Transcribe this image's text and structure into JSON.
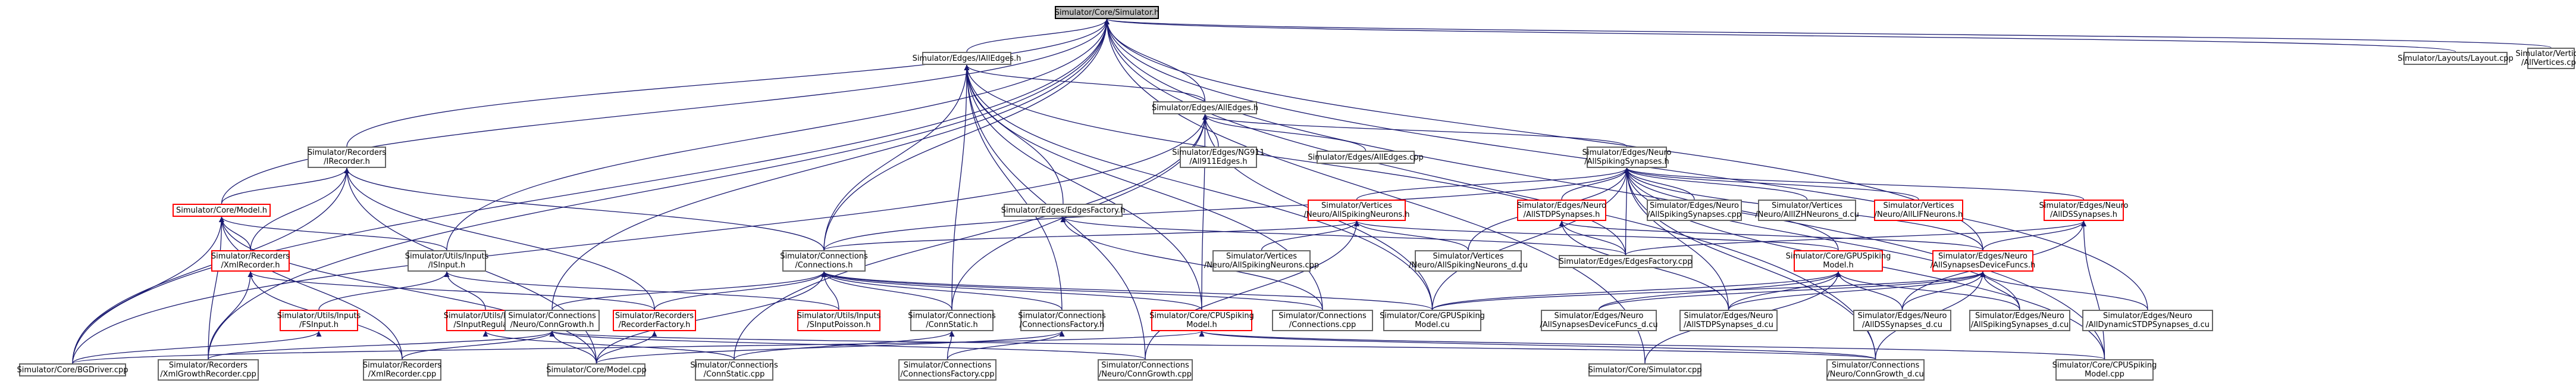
{
  "nodes": [
    {
      "id": "simulator_h",
      "lines": [
        "Simulator/Core/Simulator.h"
      ],
      "root": true
    },
    {
      "id": "alledges_i",
      "lines": [
        "Simulator/Edges/IAllEdges.h"
      ]
    },
    {
      "id": "alledges_h",
      "lines": [
        "Simulator/Edges/AllEdges.h"
      ]
    },
    {
      "id": "layout_cpp",
      "lines": [
        "Simulator/Layouts/Layout.cpp"
      ]
    },
    {
      "id": "allvertices_cpp",
      "lines": [
        "Simulator/Vertices",
        "/AllVertices.cpp"
      ]
    },
    {
      "id": "irecorder_h",
      "lines": [
        "Simulator/Recorders",
        "/IRecorder.h"
      ]
    },
    {
      "id": "ng911_h",
      "lines": [
        "Simulator/Edges/NG911",
        "/All911Edges.h"
      ]
    },
    {
      "id": "alledges_cpp",
      "lines": [
        "Simulator/Edges/AllEdges.cpp"
      ]
    },
    {
      "id": "allspiking_h",
      "lines": [
        "Simulator/Edges/Neuro",
        "/AllSpikingSynapses.h"
      ]
    },
    {
      "id": "model_h",
      "lines": [
        "Simulator/Core/Model.h"
      ],
      "red": true
    },
    {
      "id": "edgesfactory_h",
      "lines": [
        "Simulator/Edges/EdgesFactory.h"
      ]
    },
    {
      "id": "allspikingneurons_h",
      "lines": [
        "Simulator/Vertices",
        "/Neuro/AllSpikingNeurons.h"
      ],
      "red": true
    },
    {
      "id": "allstdp_h",
      "lines": [
        "Simulator/Edges/Neuro",
        "/AllSTDPSynapses.h"
      ],
      "red": true
    },
    {
      "id": "allspiking_cpp",
      "lines": [
        "Simulator/Edges/Neuro",
        "/AllSpikingSynapses.cpp"
      ]
    },
    {
      "id": "allizh_cu",
      "lines": [
        "Simulator/Vertices",
        "/Neuro/AllIZHNeurons_d.cu"
      ]
    },
    {
      "id": "alllif_h",
      "lines": [
        "Simulator/Vertices",
        "/Neuro/AllLIFNeurons.h"
      ],
      "red": true
    },
    {
      "id": "allds_h",
      "lines": [
        "Simulator/Edges/Neuro",
        "/AllDSSynapses.h"
      ],
      "red": true
    },
    {
      "id": "xmlrecorder_h",
      "lines": [
        "Simulator/Recorders",
        "/XmlRecorder.h"
      ],
      "red": true
    },
    {
      "id": "isinput_h",
      "lines": [
        "Simulator/Utils/Inputs",
        "/ISInput.h"
      ]
    },
    {
      "id": "connections_h",
      "lines": [
        "Simulator/Connections",
        "/Connections.h"
      ]
    },
    {
      "id": "allspikingneurons_cpp",
      "lines": [
        "Simulator/Vertices",
        "/Neuro/AllSpikingNeurons.cpp"
      ]
    },
    {
      "id": "allspikingneurons_cu",
      "lines": [
        "Simulator/Vertices",
        "/Neuro/AllSpikingNeurons_d.cu"
      ]
    },
    {
      "id": "edgesfactory_cpp",
      "lines": [
        "Simulator/Edges/EdgesFactory.cpp"
      ]
    },
    {
      "id": "gpuspiking_h",
      "lines": [
        "Simulator/Core/GPUSpiking",
        "Model.h"
      ],
      "red": true
    },
    {
      "id": "devicefuncs_h",
      "lines": [
        "Simulator/Edges/Neuro",
        "/AllSynapsesDeviceFuncs.h"
      ],
      "red": true
    },
    {
      "id": "fsinput_h",
      "lines": [
        "Simulator/Utils/Inputs",
        "/FSInput.h"
      ],
      "red": true
    },
    {
      "id": "sinputregular_h",
      "lines": [
        "Simulator/Utils/Inputs",
        "/SInputRegular.h"
      ],
      "red": true
    },
    {
      "id": "conngrowth_h",
      "lines": [
        "Simulator/Connections",
        "/Neuro/ConnGrowth.h"
      ]
    },
    {
      "id": "recorderfactory_h",
      "lines": [
        "Simulator/Recorders",
        "/RecorderFactory.h"
      ],
      "red": true
    },
    {
      "id": "sinputpoisson_h",
      "lines": [
        "Simulator/Utils/Inputs",
        "/SInputPoisson.h"
      ],
      "red": true
    },
    {
      "id": "connstatic_h",
      "lines": [
        "Simulator/Connections",
        "/ConnStatic.h"
      ]
    },
    {
      "id": "connfactory_h",
      "lines": [
        "Simulator/Connections",
        "/ConnectionsFactory.h"
      ]
    },
    {
      "id": "cpuspiking_h",
      "lines": [
        "Simulator/Core/CPUSpiking",
        "Model.h"
      ],
      "red": true
    },
    {
      "id": "connections_cpp",
      "lines": [
        "Simulator/Connections",
        "/Connections.cpp"
      ]
    },
    {
      "id": "gpuspiking_cu",
      "lines": [
        "Simulator/Core/GPUSpiking",
        "Model.cu"
      ]
    },
    {
      "id": "devicefuncs_cu",
      "lines": [
        "Simulator/Edges/Neuro",
        "/AllSynapsesDeviceFuncs_d.cu"
      ]
    },
    {
      "id": "allstdp_cu",
      "lines": [
        "Simulator/Edges/Neuro",
        "/AllSTDPSynapses_d.cu"
      ]
    },
    {
      "id": "allds_cu",
      "lines": [
        "Simulator/Edges/Neuro",
        "/AllDSSynapses_d.cu"
      ]
    },
    {
      "id": "allspiking_cu",
      "lines": [
        "Simulator/Edges/Neuro",
        "/AllSpikingSynapses_d.cu"
      ]
    },
    {
      "id": "alldynstdp_cu",
      "lines": [
        "Simulator/Edges/Neuro",
        "/AllDynamicSTDPSynapses_d.cu"
      ]
    },
    {
      "id": "bgdriver_cpp",
      "lines": [
        "Simulator/Core/BGDriver.cpp"
      ]
    },
    {
      "id": "xmlgrowth_cpp",
      "lines": [
        "Simulator/Recorders",
        "/XmlGrowthRecorder.cpp"
      ]
    },
    {
      "id": "xmlrecorder_cpp",
      "lines": [
        "Simulator/Recorders",
        "/XmlRecorder.cpp"
      ]
    },
    {
      "id": "model_cpp",
      "lines": [
        "Simulator/Core/Model.cpp"
      ]
    },
    {
      "id": "connstatic_cpp",
      "lines": [
        "Simulator/Connections",
        "/ConnStatic.cpp"
      ]
    },
    {
      "id": "connfactory_cpp",
      "lines": [
        "Simulator/Connections",
        "/ConnectionsFactory.cpp"
      ]
    },
    {
      "id": "conngrowth_cpp",
      "lines": [
        "Simulator/Connections",
        "/Neuro/ConnGrowth.cpp"
      ]
    },
    {
      "id": "simulator_cpp",
      "lines": [
        "Simulator/Core/Simulator.cpp"
      ]
    },
    {
      "id": "conngrowth_cu",
      "lines": [
        "Simulator/Connections",
        "/Neuro/ConnGrowth_d.cu"
      ]
    },
    {
      "id": "cpuspiking_cpp",
      "lines": [
        "Simulator/Core/CPUSpiking",
        "Model.cpp"
      ]
    }
  ],
  "edges": [
    [
      "simulator_h",
      "alledges_i"
    ],
    [
      "simulator_h",
      "alledges_h"
    ],
    [
      "simulator_h",
      "layout_cpp"
    ],
    [
      "simulator_h",
      "allvertices_cpp"
    ],
    [
      "simulator_h",
      "irecorder_h"
    ],
    [
      "simulator_h",
      "model_h"
    ],
    [
      "simulator_h",
      "isinput_h"
    ],
    [
      "simulator_h",
      "connections_h"
    ],
    [
      "simulator_h",
      "conngrowth_h"
    ],
    [
      "simulator_h",
      "bgdriver_cpp"
    ],
    [
      "simulator_h",
      "xmlgrowth_cpp"
    ],
    [
      "simulator_h",
      "simulator_cpp"
    ],
    [
      "simulator_h",
      "conngrowth_cu"
    ],
    [
      "simulator_h",
      "cpuspiking_cpp"
    ],
    [
      "simulator_h",
      "alldynstdp_cu"
    ],
    [
      "simulator_h",
      "devicefuncs_h"
    ],
    [
      "alledges_i",
      "alledges_h"
    ],
    [
      "alledges_i",
      "connections_h"
    ],
    [
      "alledges_i",
      "edgesfactory_h"
    ],
    [
      "alledges_i",
      "edgesfactory_cpp"
    ],
    [
      "alledges_i",
      "connstatic_h"
    ],
    [
      "alledges_i",
      "cpuspiking_h"
    ],
    [
      "alledges_i",
      "connfactory_h"
    ],
    [
      "alledges_i",
      "gpuspiking_cu"
    ],
    [
      "alledges_i",
      "conngrowth_cpp"
    ],
    [
      "alledges_i",
      "connections_cpp"
    ],
    [
      "alledges_h",
      "ng911_h"
    ],
    [
      "alledges_h",
      "alledges_cpp"
    ],
    [
      "alledges_h",
      "allspiking_h"
    ],
    [
      "alledges_h",
      "bgdriver_cpp"
    ],
    [
      "alledges_h",
      "connstatic_cpp"
    ],
    [
      "alledges_h",
      "gpuspiking_cu"
    ],
    [
      "alledges_h",
      "cpuspiking_h"
    ],
    [
      "alledges_h",
      "connstatic_h"
    ],
    [
      "irecorder_h",
      "model_h"
    ],
    [
      "irecorder_h",
      "xmlrecorder_h"
    ],
    [
      "irecorder_h",
      "recorderfactory_h"
    ],
    [
      "irecorder_h",
      "connections_h"
    ],
    [
      "irecorder_h",
      "bgdriver_cpp"
    ],
    [
      "irecorder_h",
      "model_cpp"
    ],
    [
      "model_h",
      "xmlrecorder_h"
    ],
    [
      "model_h",
      "isinput_h"
    ],
    [
      "model_h",
      "bgdriver_cpp"
    ],
    [
      "model_h",
      "xmlgrowth_cpp"
    ],
    [
      "model_h",
      "xmlrecorder_cpp"
    ],
    [
      "model_h",
      "model_cpp"
    ],
    [
      "allspiking_h",
      "allspikingneurons_h"
    ],
    [
      "allspiking_h",
      "allstdp_h"
    ],
    [
      "allspiking_h",
      "allspiking_cpp"
    ],
    [
      "allspiking_h",
      "allizh_cu"
    ],
    [
      "allspiking_h",
      "alllif_h"
    ],
    [
      "allspiking_h",
      "allds_h"
    ],
    [
      "allspiking_h",
      "gpuspiking_h"
    ],
    [
      "allspiking_h",
      "devicefuncs_h"
    ],
    [
      "allspiking_h",
      "edgesfactory_cpp"
    ],
    [
      "allspiking_h",
      "connections_h"
    ],
    [
      "allspiking_h",
      "allspikingneurons_cu"
    ],
    [
      "allspiking_h",
      "allspiking_cu"
    ],
    [
      "allspiking_h",
      "gpuspiking_cu"
    ],
    [
      "allspiking_h",
      "allstdp_cu"
    ],
    [
      "allspiking_h",
      "conngrowth_cu"
    ],
    [
      "allspiking_h",
      "cpuspiking_cpp"
    ],
    [
      "edgesfactory_h",
      "edgesfactory_cpp"
    ],
    [
      "edgesfactory_h",
      "connections_cpp"
    ],
    [
      "allspikingneurons_h",
      "allspikingneurons_cpp"
    ],
    [
      "allspikingneurons_h",
      "allspikingneurons_cu"
    ],
    [
      "allspikingneurons_h",
      "gpuspiking_h"
    ],
    [
      "allspikingneurons_h",
      "connections_h"
    ],
    [
      "allspikingneurons_h",
      "conngrowth_cpp"
    ],
    [
      "allstdp_h",
      "edgesfactory_cpp"
    ],
    [
      "allstdp_h",
      "devicefuncs_h"
    ],
    [
      "allstdp_h",
      "allstdp_cu"
    ],
    [
      "allds_h",
      "devicefuncs_h"
    ],
    [
      "allds_h",
      "allds_cu"
    ],
    [
      "allds_h",
      "edgesfactory_cpp"
    ],
    [
      "allds_h",
      "cpuspiking_cpp"
    ],
    [
      "xmlrecorder_h",
      "recorderfactory_h"
    ],
    [
      "xmlrecorder_h",
      "xmlrecorder_cpp"
    ],
    [
      "xmlrecorder_h",
      "xmlgrowth_cpp"
    ],
    [
      "isinput_h",
      "fsinput_h"
    ],
    [
      "isinput_h",
      "sinputregular_h"
    ],
    [
      "isinput_h",
      "sinputpoisson_h"
    ],
    [
      "fsinput_h",
      "bgdriver_cpp"
    ],
    [
      "sinputregular_h",
      "connstatic_cpp"
    ],
    [
      "connections_h",
      "conngrowth_h"
    ],
    [
      "connections_h",
      "recorderfactory_h"
    ],
    [
      "connections_h",
      "sinputpoisson_h"
    ],
    [
      "connections_h",
      "connstatic_h"
    ],
    [
      "connections_h",
      "connfactory_h"
    ],
    [
      "connections_h",
      "cpuspiking_h"
    ],
    [
      "connections_h",
      "connections_cpp"
    ],
    [
      "connections_h",
      "gpuspiking_cu"
    ],
    [
      "connections_h",
      "model_cpp"
    ],
    [
      "gpuspiking_h",
      "gpuspiking_cu"
    ],
    [
      "gpuspiking_h",
      "allspiking_cu"
    ],
    [
      "gpuspiking_h",
      "devicefuncs_cu"
    ],
    [
      "gpuspiking_h",
      "allstdp_cu"
    ],
    [
      "gpuspiking_h",
      "allds_cu"
    ],
    [
      "gpuspiking_h",
      "simulator_cpp"
    ],
    [
      "devicefuncs_h",
      "devicefuncs_cu"
    ],
    [
      "devicefuncs_h",
      "allstdp_cu"
    ],
    [
      "devicefuncs_h",
      "allds_cu"
    ],
    [
      "devicefuncs_h",
      "allspiking_cu"
    ],
    [
      "devicefuncs_h",
      "alldynstdp_cu"
    ],
    [
      "devicefuncs_h",
      "conngrowth_cu"
    ],
    [
      "devicefuncs_h",
      "gpuspiking_cu"
    ],
    [
      "conngrowth_h",
      "xmlgrowth_cpp"
    ],
    [
      "conngrowth_h",
      "xmlrecorder_cpp"
    ],
    [
      "conngrowth_h",
      "model_cpp"
    ],
    [
      "conngrowth_h",
      "conngrowth_cpp"
    ],
    [
      "conngrowth_h",
      "conngrowth_cu"
    ],
    [
      "recorderfactory_h",
      "model_cpp"
    ],
    [
      "connstatic_h",
      "connstatic_cpp"
    ],
    [
      "connstatic_h",
      "connfactory_cpp"
    ],
    [
      "connfactory_h",
      "model_cpp"
    ],
    [
      "connfactory_h",
      "connfactory_cpp"
    ],
    [
      "cpuspiking_h",
      "cpuspiking_cpp"
    ],
    [
      "cpuspiking_h",
      "bgdriver_cpp"
    ],
    [
      "cpuspiking_h",
      "conngrowth_cu"
    ]
  ],
  "colors": {
    "node_border": "#666666",
    "node_border_red": "#ff0000",
    "root_fill": "#bfbfbf",
    "edge": "#191970"
  }
}
